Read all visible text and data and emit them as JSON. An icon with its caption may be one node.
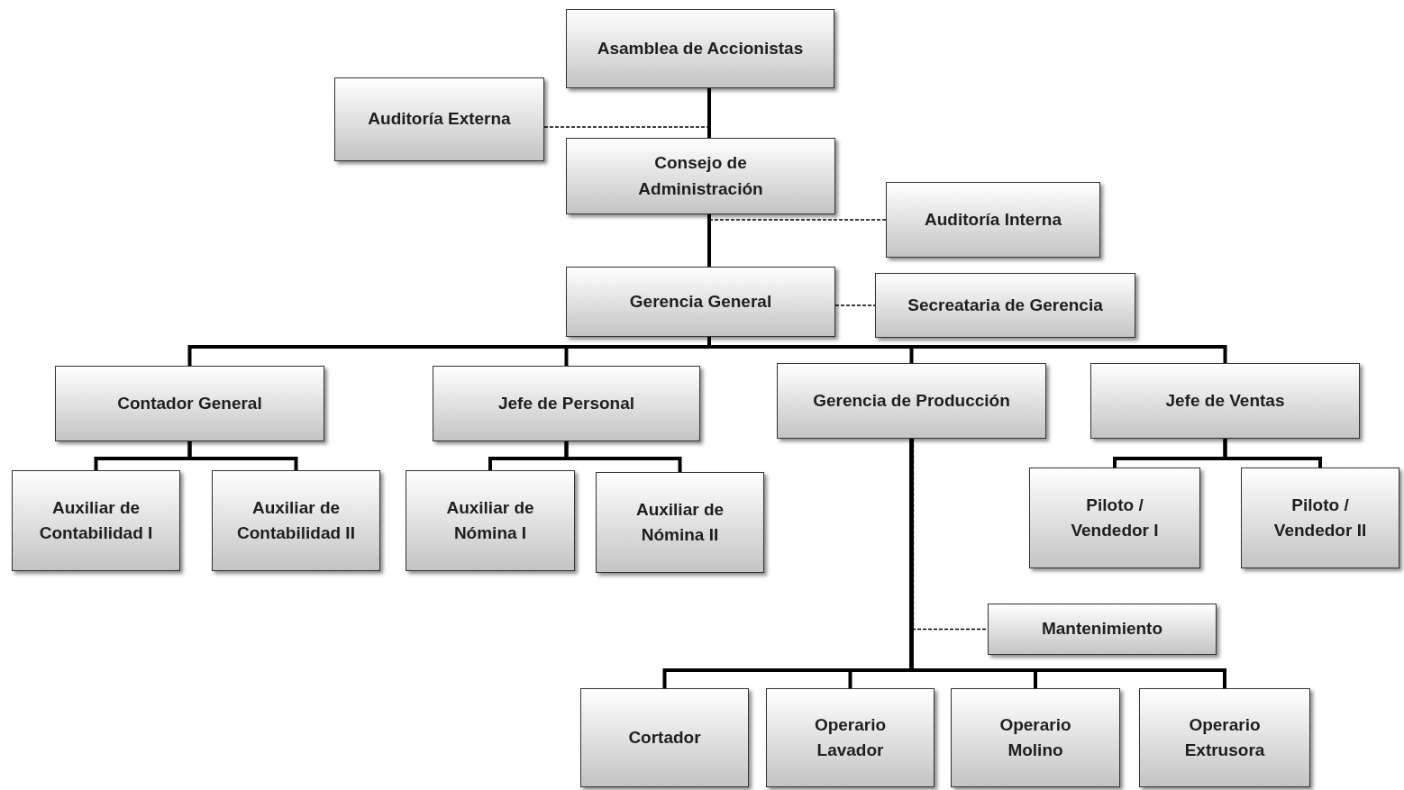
{
  "diagram": {
    "nodes": [
      {
        "text": [
          "Asamblea de Accionistas"
        ]
      },
      {
        "text": [
          "Auditoría Externa"
        ]
      },
      {
        "text": [
          "Consejo de Administración"
        ]
      },
      {
        "text": [
          "Auditoría Interna"
        ]
      },
      {
        "text": [
          "Gerencia General"
        ]
      },
      {
        "text": [
          "Secreataria de Gerencia"
        ]
      },
      {
        "text": [
          "Contador General"
        ]
      },
      {
        "text": [
          "Jefe de Personal"
        ]
      },
      {
        "text": [
          "Gerencia de Producción"
        ]
      },
      {
        "text": [
          "Jefe de Ventas"
        ]
      },
      {
        "text": [
          "Auxiliar de Contabilidad I"
        ]
      },
      {
        "text": [
          "Auxiliar de Contabilidad II"
        ]
      },
      {
        "text": [
          "Auxiliar de Nómina I"
        ]
      },
      {
        "text": [
          "Auxiliar de Nómina II"
        ]
      },
      {
        "text": [
          "Piloto / Vendedor I"
        ]
      },
      {
        "text": [
          "Piloto / Vendedor II"
        ]
      },
      {
        "text": [
          "Mantenimiento"
        ]
      },
      {
        "text": [
          "Cortador"
        ]
      },
      {
        "text": [
          "Operario Lavador"
        ]
      },
      {
        "text": [
          "Operario Molino"
        ]
      },
      {
        "text": [
          "Operario Extrusora"
        ]
      }
    ],
    "edges": [
      {
        "from": 0,
        "to": 2,
        "arrow": "none"
      },
      {
        "from": 0,
        "to": 1,
        "arrow": "none",
        "style": "dashed"
      },
      {
        "from": 2,
        "to": 4,
        "arrow": "none"
      },
      {
        "from": 2,
        "to": 3,
        "arrow": "none",
        "style": "dashed"
      },
      {
        "from": 4,
        "to": 5,
        "arrow": "none",
        "style": "dashed"
      },
      {
        "from": 4,
        "to": 6,
        "arrow": "none"
      },
      {
        "from": 4,
        "to": 7,
        "arrow": "none"
      },
      {
        "from": 4,
        "to": 8,
        "arrow": "none"
      },
      {
        "from": 4,
        "to": 9,
        "arrow": "none"
      },
      {
        "from": 6,
        "to": 10,
        "arrow": "none"
      },
      {
        "from": 6,
        "to": 11,
        "arrow": "none"
      },
      {
        "from": 7,
        "to": 12,
        "arrow": "none"
      },
      {
        "from": 7,
        "to": 13,
        "arrow": "none"
      },
      {
        "from": 9,
        "to": 14,
        "arrow": "none"
      },
      {
        "from": 9,
        "to": 15,
        "arrow": "none"
      },
      {
        "from": 8,
        "to": 16,
        "arrow": "none",
        "style": "dashed"
      },
      {
        "from": 8,
        "to": 17,
        "arrow": "none"
      },
      {
        "from": 8,
        "to": 18,
        "arrow": "none"
      },
      {
        "from": 8,
        "to": 19,
        "arrow": "none"
      },
      {
        "from": 8,
        "to": 20,
        "arrow": "none"
      }
    ]
  }
}
